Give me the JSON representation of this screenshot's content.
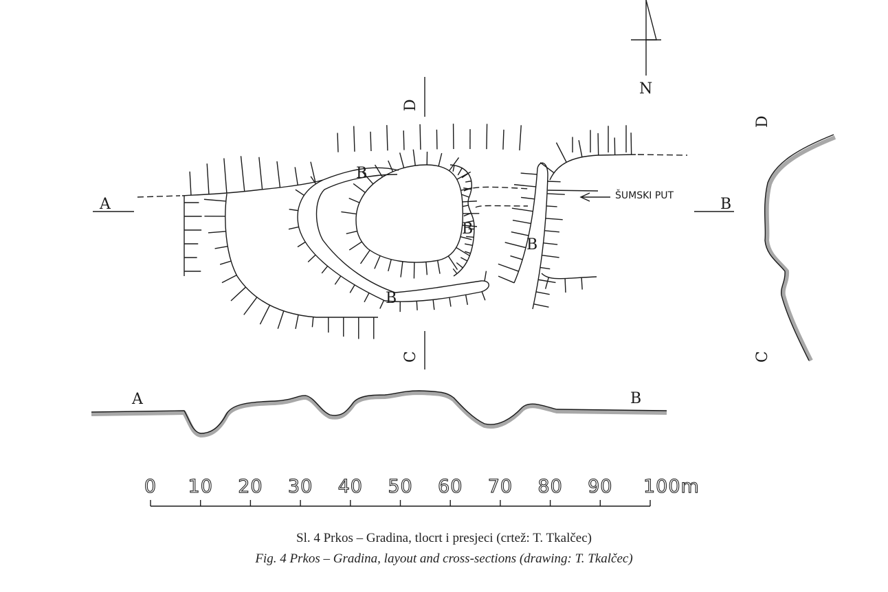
{
  "labels": {
    "section_a": "A",
    "section_b": "B",
    "section_c": "C",
    "section_d": "D",
    "north": "N",
    "road": "ŠUMSKI PUT",
    "rampart": "B",
    "profile_a": "A",
    "profile_b": "B",
    "profile_d": "D",
    "profile_c": "C"
  },
  "scale": {
    "ticks": [
      "0",
      "10",
      "20",
      "30",
      "40",
      "50",
      "60",
      "70",
      "80",
      "90",
      "100m"
    ]
  },
  "caption": {
    "croatian": "Sl. 4 Prkos – Gradina, tlocrt i presjeci (crtež: T. Tkalčec)",
    "english": "Fig. 4 Prkos – Gradina, layout and cross-sections (drawing: T. Tkalčec)"
  },
  "colors": {
    "ink": "#1a1a1a",
    "profile_fill": "#a8a8a8"
  }
}
